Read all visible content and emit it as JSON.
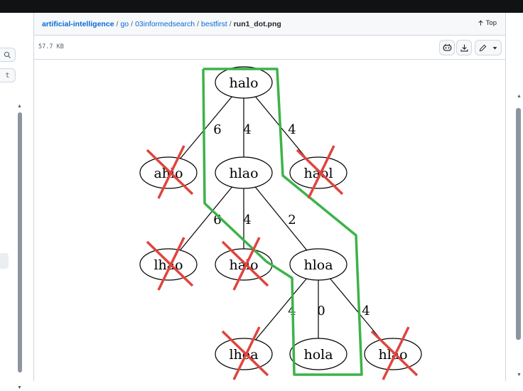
{
  "breadcrumb": {
    "repo": "artificial-intelligence",
    "parts": [
      "go",
      "03informedsearch",
      "bestfirst"
    ],
    "current": "run1_dot.png",
    "separator": "/"
  },
  "top_link": "Top",
  "file_size": "57.7 KB",
  "left_panel": {
    "search_icon": "search-icon",
    "shortcut_key": "t"
  },
  "toolbar": {
    "icons": [
      "copilot-icon",
      "download-icon",
      "pencil-icon",
      "chevron-down-icon"
    ]
  },
  "graph": {
    "nodes": [
      {
        "id": "n_root",
        "label": "halo"
      },
      {
        "id": "n_ahlo",
        "label": "ahlo"
      },
      {
        "id": "n_hlao",
        "label": "hlao"
      },
      {
        "id": "n_haol",
        "label": "haol"
      },
      {
        "id": "n_lhao",
        "label": "lhao"
      },
      {
        "id": "n_halo2",
        "label": "halo"
      },
      {
        "id": "n_hloa",
        "label": "hloa"
      },
      {
        "id": "n_lhoa",
        "label": "lhoa"
      },
      {
        "id": "n_hola",
        "label": "hola"
      },
      {
        "id": "n_hlao2",
        "label": "hlao"
      }
    ],
    "edges": [
      {
        "from": "n_root",
        "to": "n_ahlo",
        "weight": "6"
      },
      {
        "from": "n_root",
        "to": "n_hlao",
        "weight": "4"
      },
      {
        "from": "n_root",
        "to": "n_haol",
        "weight": "4"
      },
      {
        "from": "n_hlao",
        "to": "n_lhao",
        "weight": "6"
      },
      {
        "from": "n_hlao",
        "to": "n_halo2",
        "weight": "4"
      },
      {
        "from": "n_hlao",
        "to": "n_hloa",
        "weight": "2"
      },
      {
        "from": "n_hloa",
        "to": "n_lhoa",
        "weight": "4"
      },
      {
        "from": "n_hloa",
        "to": "n_hola",
        "weight": "0"
      },
      {
        "from": "n_hloa",
        "to": "n_hlao2",
        "weight": "4"
      }
    ],
    "crossed_out": [
      "n_ahlo",
      "n_haol",
      "n_lhao",
      "n_halo2",
      "n_lhoa",
      "n_hlao2"
    ],
    "colors": {
      "path": "#3cb34a",
      "cross": "#e0443e",
      "ink": "#000000"
    }
  }
}
